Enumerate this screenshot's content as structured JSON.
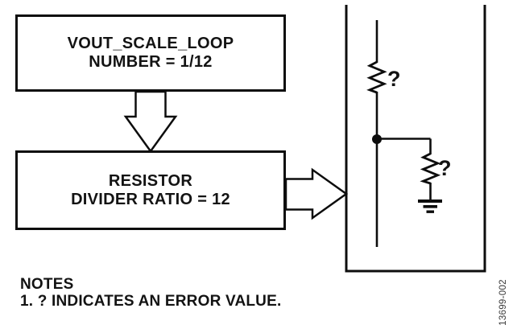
{
  "blocks": {
    "vout_scale_loop": {
      "line1": "VOUT_SCALE_LOOP",
      "line2": "NUMBER = 1/12"
    },
    "resistor_divider": {
      "line1": "RESISTOR",
      "line2": "DIVIDER RATIO = 12"
    }
  },
  "circuit": {
    "top_resistor_label": "?",
    "bottom_resistor_label": "?"
  },
  "notes": {
    "heading": "NOTES",
    "note1": "1. ? INDICATES AN ERROR VALUE."
  },
  "figure_number": "13699-002",
  "colors": {
    "line": "#0d0d0d",
    "text": "#131313",
    "figure_number": "#3a3a3a",
    "background": "#ffffff"
  }
}
